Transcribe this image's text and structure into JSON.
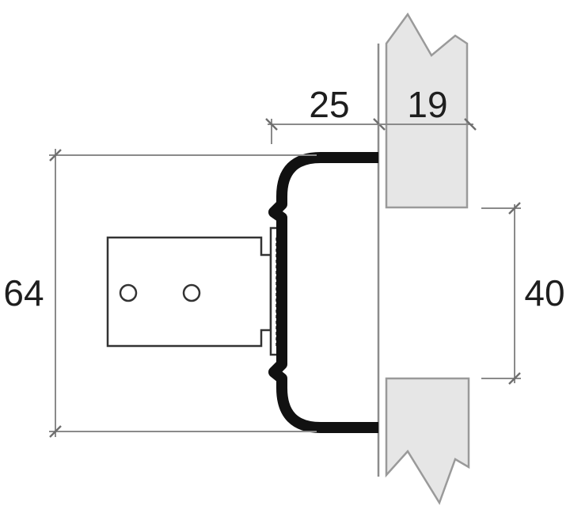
{
  "dimensions": {
    "width_top": "25",
    "wall_thickness": "19",
    "height_left": "64",
    "opening_right": "40"
  },
  "colors": {
    "wall_fill": "#e6e6e6",
    "handle": "#111111",
    "dimension_line": "#8a8a8a"
  }
}
